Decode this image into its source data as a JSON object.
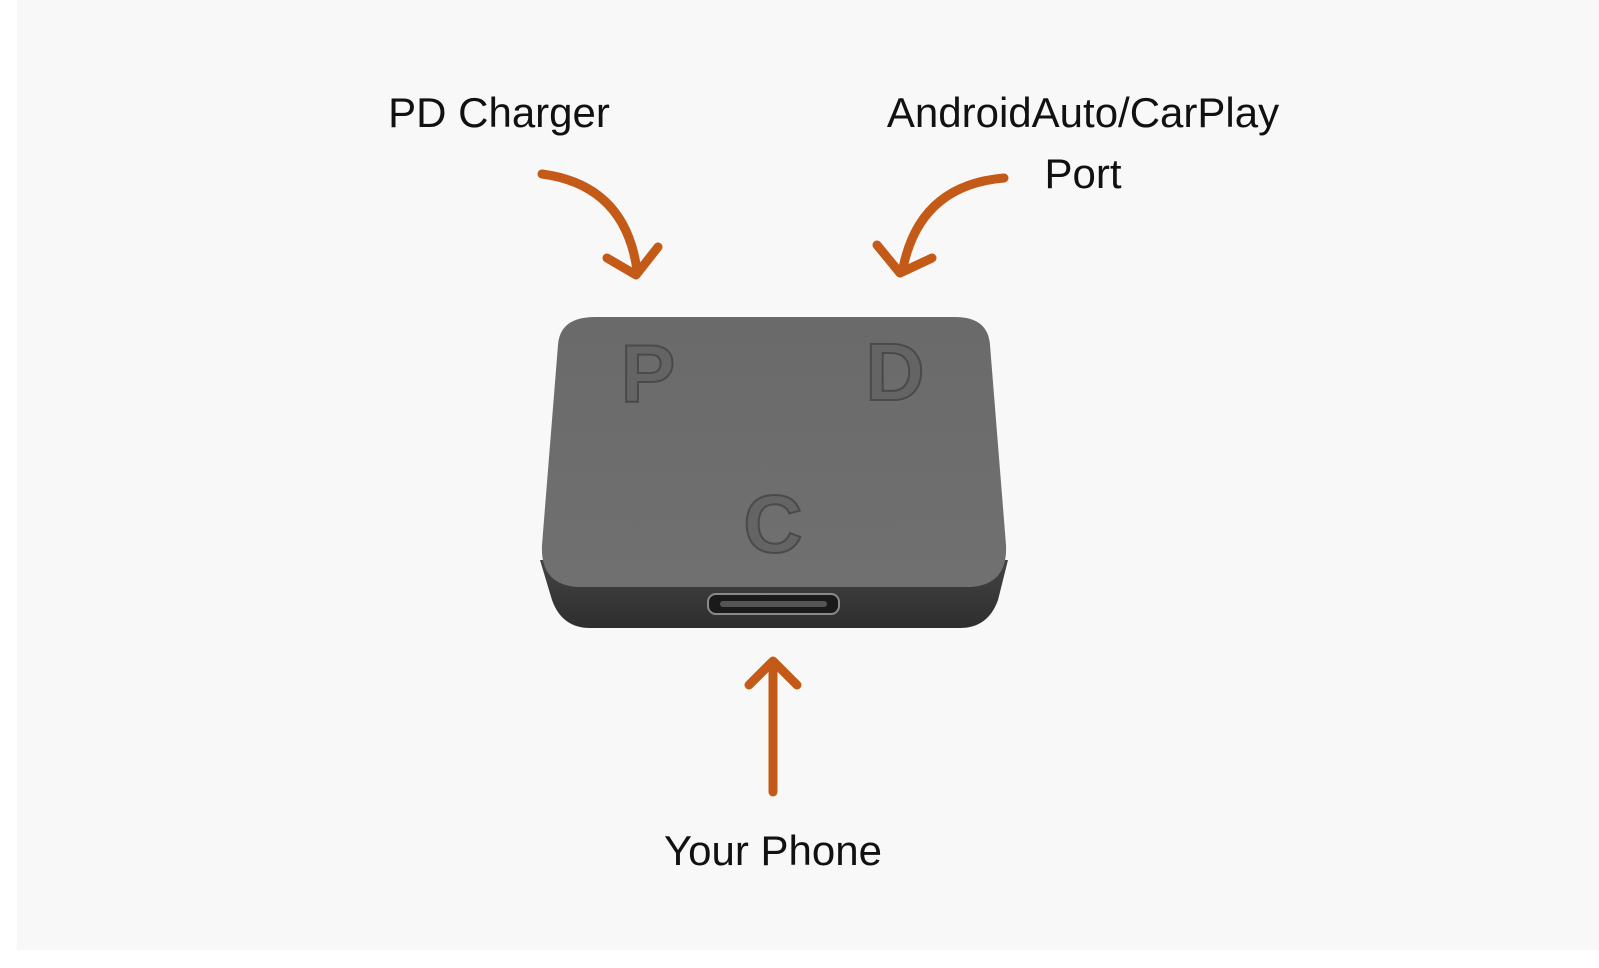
{
  "labels": {
    "pd_charger": "PD Charger",
    "android_auto_line1": "AndroidAuto/CarPlay",
    "android_auto_line2": "Port",
    "your_phone": "Your Phone"
  },
  "device": {
    "letter_p": "P",
    "letter_d": "D",
    "letter_c": "C"
  },
  "colors": {
    "arrow": "#c45a17",
    "device_top": "#6e6e6e",
    "device_side": "#3a3a3a",
    "background": "#f8f8f8"
  },
  "icons": {
    "pd_arrow": "curved-down-arrow",
    "aa_arrow": "curved-down-arrow",
    "phone_arrow": "up-arrow"
  }
}
